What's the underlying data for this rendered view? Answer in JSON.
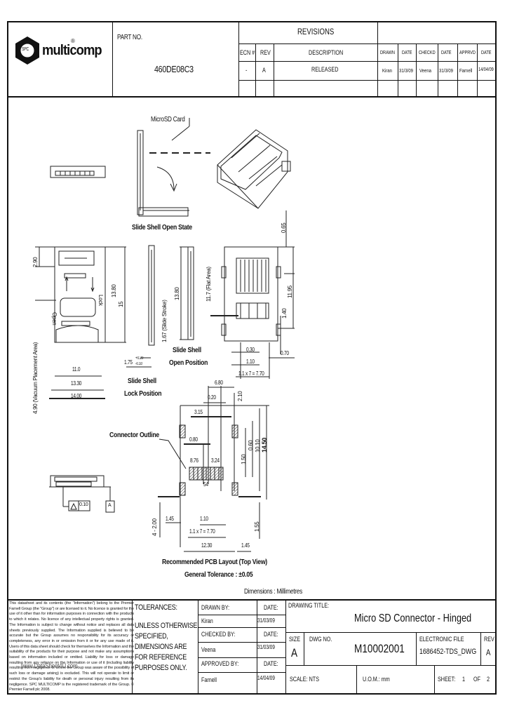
{
  "header": {
    "logo": {
      "badge": "SPC",
      "name": "multicomp",
      "mark": "®"
    },
    "part_no_label": "PART NO.",
    "part_no": "460DE08C3",
    "revisions_title": "REVISIONS",
    "revision_columns": [
      "ECN #",
      "REV",
      "DESCRIPTION",
      "DRAWN",
      "DATE",
      "CHECKD",
      "DATE",
      "APPRVD",
      "DATE"
    ],
    "revision_rows": [
      {
        "ecn": "-",
        "rev": "A",
        "description": "RELEASED",
        "drawn": "Kiran",
        "drawn_date": "31/3/09",
        "checked": "Veena",
        "checked_date": "31/3/09",
        "approved": "Farnell",
        "approved_date": "14/04/09"
      }
    ]
  },
  "drawing": {
    "callouts": {
      "microsd_card": "MicroSD Card",
      "slide_shell_open_state": "Slide Shell Open State",
      "slide_shell_open_position_1": "Slide Shell",
      "slide_shell_open_position_2": "Open Position",
      "slide_shell_lock_position_1": "Slide Shell",
      "slide_shell_lock_position_2": "Lock Position",
      "connector_outline": "Connector Outline",
      "open": "Open",
      "lock": "Lock",
      "datum_a": "A",
      "flatness": "0.10",
      "flatness_datum": "A"
    },
    "dimensions": {
      "d_2_90": "2.90",
      "d_vacuum": "4.90 (Vacuum Placement Area)",
      "d_13_80": "13.80",
      "d_15": "15",
      "d_11_0": "11.0",
      "d_13_30": "13.30",
      "d_14_00": "14.00",
      "d_1_75": "1.75",
      "d_1_75_tol_plus": "+0.20",
      "d_1_75_tol_minus": "-0.10",
      "d_slide_stroke": "1.67 (Slide Stroke)",
      "d_13_80_b": "13.80",
      "d_flat_area": "11.7 (Flat Area)",
      "d_0_65": "0.65",
      "d_11_95": "11.95",
      "d_1_40": "1.40",
      "d_0_30": "0.30",
      "d_1_10": "1.10",
      "d_pitch": "1.1 x 7 = 7.70",
      "d_0_70": "0.70",
      "pcb_6_80": "6.80",
      "pcb_0_20": "0.20",
      "pcb_2_10": "2.10",
      "pcb_3_15": "3.15",
      "pcb_0_80": "0.80",
      "pcb_8_76": "8.76",
      "pcb_3_24": "3.24",
      "pcb_54": "54",
      "pcb_1_50": "1.50",
      "pcb_0_60": "0.60",
      "pcb_10_10": "10.10",
      "pcb_14_50": "14.50",
      "pcb_4_2_00": "4 - 2.00",
      "pcb_1_45_l": "1.45",
      "pcb_1_10": "1.10",
      "pcb_pitch": "1.1 x 7 = 7.70",
      "pcb_12_30": "12.30",
      "pcb_1_45_r": "1.45",
      "pcb_1_55": "1.55"
    },
    "pcb_title": "Recommended PCB Layout (Top View)",
    "general_tolerance": "General Tolerance : ±0.05",
    "dimensions_note": "Dimensions : Millimetres"
  },
  "title_block": {
    "disclaimer": "This datasheet and its contents (the \"Information\") belong to the Premier Farnell Group (the \"Group\") or are licensed to it. No licence is granted for the use of it other than for information purposes in connection with the products to which it relates. No licence of any intellectual property rights is granted. The Information is subject to change without notice and replaces all data sheets previously supplied. The Information supplied is believed to be accurate but the Group assumes no responsibility for its accuracy or completeness, any error in or omission from it or for any use made of it. Users of this data sheet should check for themselves the Information and the suitability of the products for their purpose and not make any assumptions based on information included or omitted. Liability for loss or damage resulting from any reliance on the Information or use of it (including liability resulting from negligence or where the Group was aware of the possibility of such loss or damage arising) is excluded. This will not operate to limit or restrict the Group's liability for death or personal injury resulting from its negligence. SPC MULTICOMP is the registered trademark of the Group. © Premier Farnell plc 2008.",
    "watermark": "www.DataSheet4U.com",
    "tolerances_label": "TOLERANCES:",
    "tolerances_note": [
      "UNLESS OTHERWISE",
      "SPECIFIED,",
      "DIMENSIONS ARE",
      "FOR REFERENCE",
      "PURPOSES ONLY."
    ],
    "drawn_by_label": "DRAWN BY:",
    "drawn_by": "Kiran",
    "drawn_date_label": "DATE:",
    "drawn_date": "31/03/09",
    "checked_by_label": "CHECKED BY:",
    "checked_by": "Veena",
    "checked_date_label": "DATE:",
    "checked_date": "31/03/09",
    "approved_by_label": "APPROVED BY:",
    "approved_by": "Farnell",
    "approved_date_label": "DATE:",
    "approved_date": "14/04/09",
    "drawing_title_label": "DRAWING TITLE:",
    "drawing_title": "Micro SD Connector - Hinged",
    "size_label": "SIZE",
    "size": "A",
    "dwg_no_label": "DWG NO.",
    "dwg_no": "M10002001",
    "electronic_file_label": "ELECTRONIC FILE",
    "electronic_file": "1686452-TDS_DWG",
    "rev_label": "REV",
    "rev": "A",
    "scale": "SCALE: NTS",
    "uom": "U.O.M.: mm",
    "sheet_label": "SHEET:",
    "sheet": "1",
    "of_label": "OF",
    "of": "2"
  }
}
